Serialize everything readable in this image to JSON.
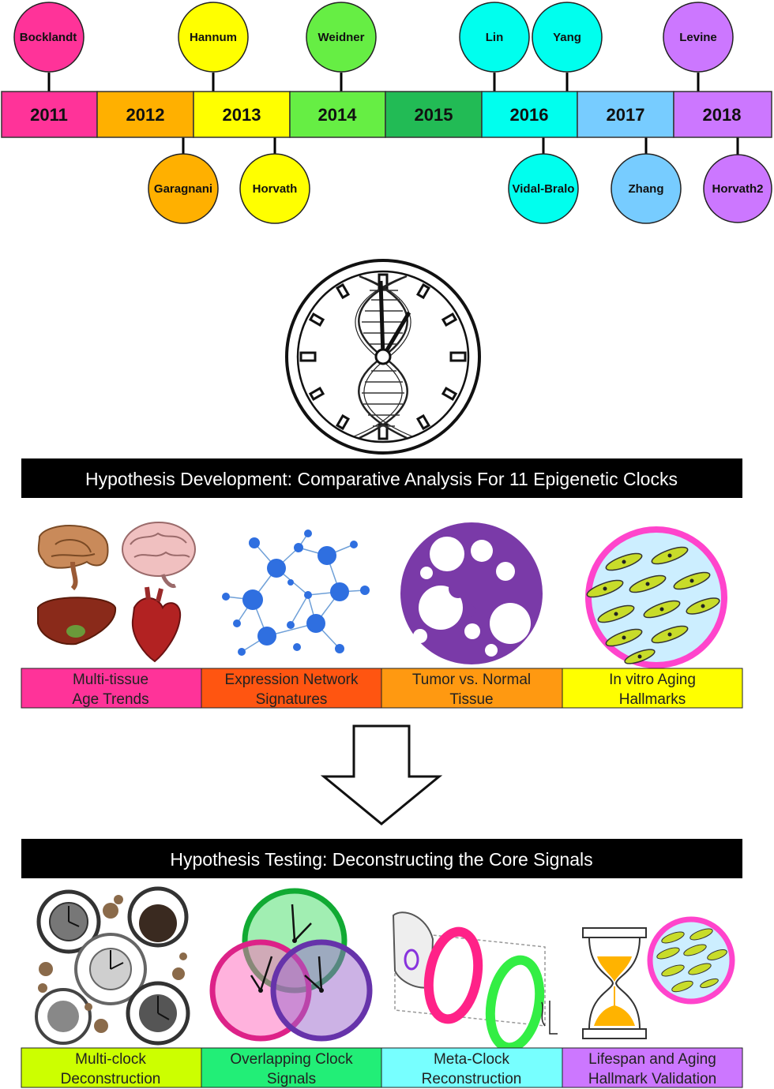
{
  "timeline": {
    "segments": [
      {
        "year": "2011",
        "color": "#ff3399"
      },
      {
        "year": "2012",
        "color": "#ffb000"
      },
      {
        "year": "2013",
        "color": "#ffff00"
      },
      {
        "year": "2014",
        "color": "#66ee44"
      },
      {
        "year": "2015",
        "color": "#22bb55"
      },
      {
        "year": "2016",
        "color": "#00ffee"
      },
      {
        "year": "2017",
        "color": "#77ccff"
      },
      {
        "year": "2018",
        "color": "#cc77ff"
      }
    ],
    "clocks_top": [
      {
        "name": "Bocklandt",
        "color": "#ff3399"
      },
      {
        "name": "Hannum",
        "color": "#ffff00"
      },
      {
        "name": "Weidner",
        "color": "#66ee44"
      },
      {
        "name": "Lin",
        "color": "#00ffee"
      },
      {
        "name": "Yang",
        "color": "#00ffee"
      },
      {
        "name": "Levine",
        "color": "#cc77ff"
      }
    ],
    "clocks_bottom": [
      {
        "name": "Garagnani",
        "color": "#ffb000"
      },
      {
        "name": "Horvath",
        "color": "#ffff00"
      },
      {
        "name": "Vidal-Bralo",
        "color": "#00ffee"
      },
      {
        "name": "Zhang",
        "color": "#77ccff"
      },
      {
        "name": "Horvath2",
        "color": "#cc77ff"
      }
    ]
  },
  "development": {
    "title": "Hypothesis Development: Comparative Analysis For 11 Epigenetic Clocks",
    "panels": [
      {
        "line1": "Multi-tissue",
        "line2": "Age Trends",
        "color": "#ff3399"
      },
      {
        "line1": "Expression Network",
        "line2": "Signatures",
        "color": "#ff5511"
      },
      {
        "line1": "Tumor vs. Normal",
        "line2": "Tissue",
        "color": "#ff9911"
      },
      {
        "line1": "In vitro Aging",
        "line2": "Hallmarks",
        "color": "#ffff00"
      }
    ]
  },
  "testing": {
    "title": "Hypothesis Testing: Deconstructing the Core Signals",
    "panels": [
      {
        "line1": "Multi-clock",
        "line2": "Deconstruction",
        "color": "#ccff00"
      },
      {
        "line1": "Overlapping Clock",
        "line2": "Signals",
        "color": "#22ee77"
      },
      {
        "line1": "Meta-Clock",
        "line2": "Reconstruction",
        "color": "#77ffff"
      },
      {
        "line1": "Lifespan and Aging",
        "line2": "Hallmark Validation",
        "color": "#cc77ff"
      }
    ]
  }
}
